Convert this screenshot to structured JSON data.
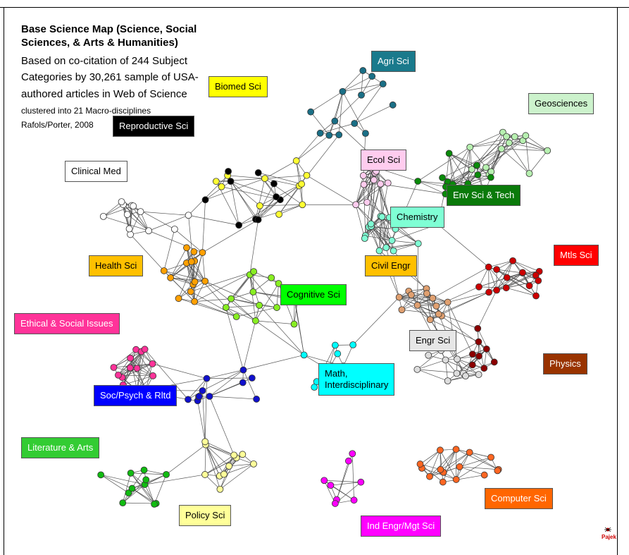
{
  "header": {
    "title_line1": "Base Science Map (Science, Social",
    "title_line2": "Sciences, & Arts & Humanities)",
    "subtitle_line1": "Based on co-citation of 244 Subject",
    "subtitle_line2": "Categories by 30,261 sample of USA-",
    "subtitle_line3": "authored articles in Web of Science",
    "note_line1": "clustered into 21 Macro-disciplines",
    "note_line2": "Rafols/Porter, 2008"
  },
  "logo": {
    "name": "pajek-logo",
    "text": "Pajek"
  },
  "clusters": [
    {
      "id": "agri",
      "label": "Agri Sci",
      "bg": "#1a7a8c",
      "fg": "#ffffff",
      "node": "#1a6f86"
    },
    {
      "id": "geo",
      "label": "Geosciences",
      "bg": "#ccf2cc",
      "fg": "#000000",
      "node": "#b7f0b0"
    },
    {
      "id": "biomed",
      "label": "Biomed Sci",
      "bg": "#ffff00",
      "fg": "#000000",
      "node": "#ffff33"
    },
    {
      "id": "repro",
      "label": "Reproductive Sci",
      "bg": "#000000",
      "fg": "#ffffff",
      "node": "#000000"
    },
    {
      "id": "ecol",
      "label": "Ecol Sci",
      "bg": "#ffccee",
      "fg": "#000000",
      "node": "#ffccee"
    },
    {
      "id": "clinical",
      "label": "Clinical Med",
      "bg": "#ffffff",
      "fg": "#000000",
      "node": "#ffffff"
    },
    {
      "id": "envsci",
      "label": "Env Sci & Tech",
      "bg": "#0a7a0a",
      "fg": "#ffffff",
      "node": "#0a8a0a"
    },
    {
      "id": "chem",
      "label": "Chemistry",
      "bg": "#7fffd4",
      "fg": "#000000",
      "node": "#7fffd4"
    },
    {
      "id": "mtls",
      "label": "Mtls Sci",
      "bg": "#ff0000",
      "fg": "#ffffff",
      "node": "#cc0000"
    },
    {
      "id": "health",
      "label": "Health Sci",
      "bg": "#ffc000",
      "fg": "#000000",
      "node": "#ffa000"
    },
    {
      "id": "civil",
      "label": "Civil Engr",
      "bg": "#ffc000",
      "fg": "#000000",
      "node": "#e0a070"
    },
    {
      "id": "cog",
      "label": "Cognitive Sci",
      "bg": "#00ff00",
      "fg": "#000000",
      "node": "#88ee22"
    },
    {
      "id": "ethical",
      "label": "Ethical & Social Issues",
      "bg": "#ff3399",
      "fg": "#ffffff",
      "node": "#ff3399"
    },
    {
      "id": "engr",
      "label": "Engr Sci",
      "bg": "#e6e6e6",
      "fg": "#000000",
      "node": "#dddddd"
    },
    {
      "id": "physics",
      "label": "Physics",
      "bg": "#993300",
      "fg": "#ffffff",
      "node": "#8b0000"
    },
    {
      "id": "math",
      "label": "Math,\nInterdisciplinary",
      "bg": "#00ffff",
      "fg": "#000000",
      "node": "#00ffff"
    },
    {
      "id": "soc",
      "label": "Soc/Psych & Rltd",
      "bg": "#0000ff",
      "fg": "#ffffff",
      "node": "#1010cc"
    },
    {
      "id": "lit",
      "label": "Literature & Arts",
      "bg": "#33cc33",
      "fg": "#ffffff",
      "node": "#11bb11"
    },
    {
      "id": "comp",
      "label": "Computer Sci",
      "bg": "#ff6600",
      "fg": "#ffffff",
      "node": "#ff6622"
    },
    {
      "id": "policy",
      "label": "Policy Sci",
      "bg": "#ffff99",
      "fg": "#000000",
      "node": "#ffff99"
    },
    {
      "id": "ind",
      "label": "Ind Engr/Mgt Sci",
      "bg": "#ff00ff",
      "fg": "#ffffff",
      "node": "#ff00ff"
    }
  ]
}
